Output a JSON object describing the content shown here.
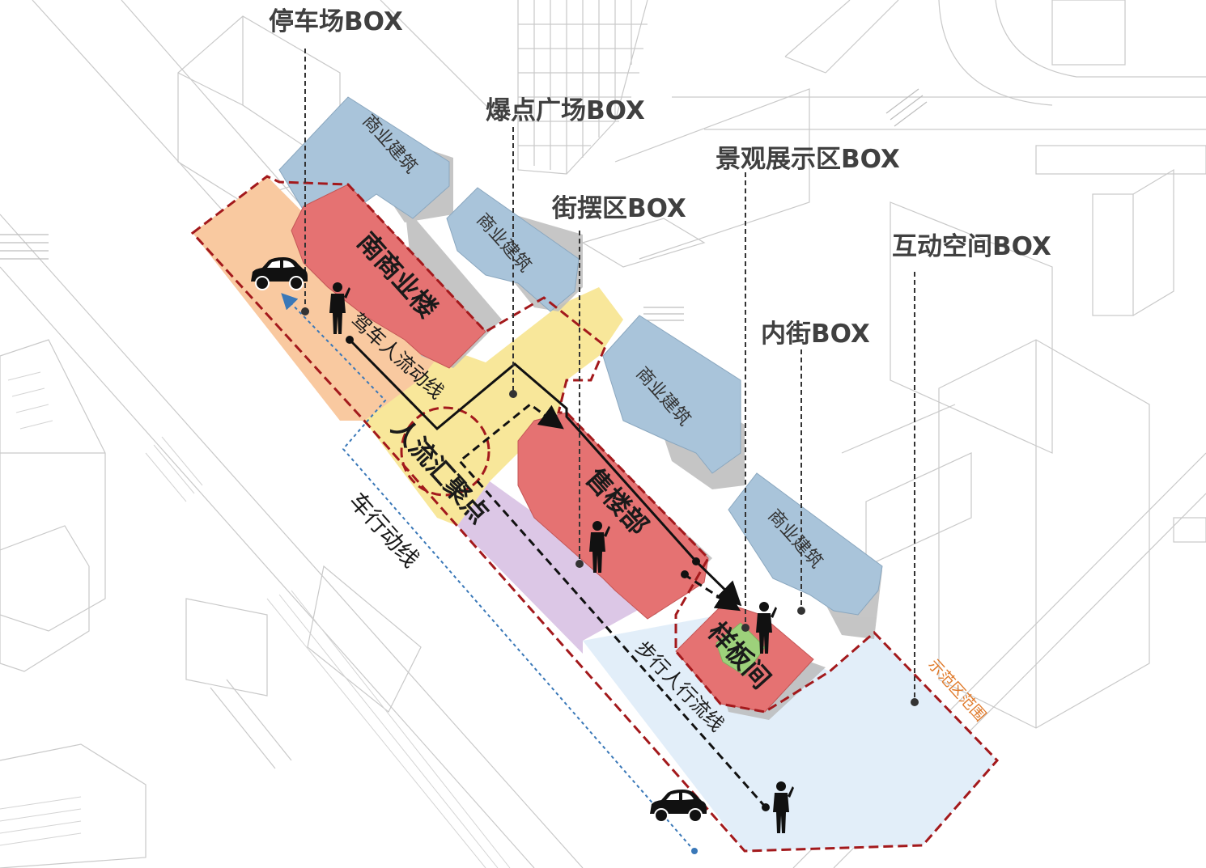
{
  "box_labels": {
    "parking": "停车场BOX",
    "plaza": "爆点广场BOX",
    "landscape": "景观展示区BOX",
    "street_stall": "街摆区BOX",
    "interactive": "互动空间BOX",
    "inner_street": "内街BOX"
  },
  "buildings": {
    "commercial_1": "商业建筑",
    "commercial_2": "商业建筑",
    "commercial_3": "商业建筑",
    "commercial_4": "商业建筑",
    "south_commercial": "南商业楼",
    "sales_office": "售楼部",
    "model_room": "样板间"
  },
  "flows": {
    "driving_pedestrian": "驾车人流动线",
    "crowd_gathering": "人流汇聚点",
    "vehicle": "车行动线",
    "walking_pedestrian": "步行人行流线"
  },
  "boundary_label": "示范区范围",
  "colors": {
    "commercial_blue": "#a9c4da",
    "red_building": "#e57272",
    "parking_orange": "#f9c9a0",
    "plaza_yellow": "#f8e79a",
    "purple_zone": "#dcc7e6",
    "lightblue_zone": "#e2eef9",
    "model_green": "#9dd17b",
    "boundary_red": "#a3191c",
    "boundary_text_orange": "#e07a2a",
    "vehicle_flow_blue": "#3a78b8"
  }
}
